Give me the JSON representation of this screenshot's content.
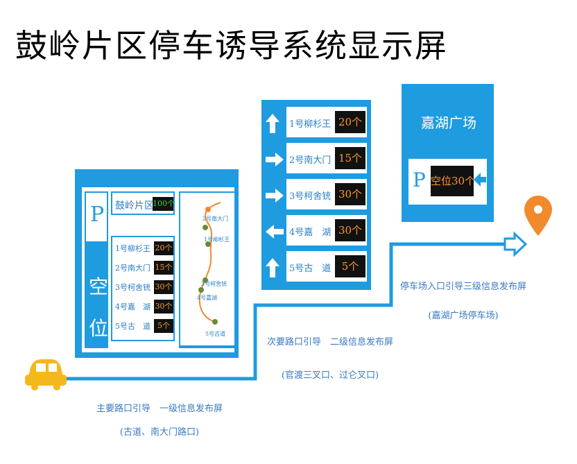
{
  "title": "鼓岭片区停车诱导系统显示屏",
  "colors": {
    "board": "#1f9be0",
    "value_text": "#ff9a2a",
    "green_value": "#3bd23b",
    "route": "#1f9be0",
    "marker": "#f08a2c",
    "car": "#f5b81c"
  },
  "level1": {
    "p_label": "P",
    "vacancy_label": "空位",
    "area_name": "鼓岭片区",
    "area_value": "100个",
    "lots": [
      {
        "name": "1号柳杉王",
        "value": "20个"
      },
      {
        "name": "2号南大门",
        "value": "15个"
      },
      {
        "name": "3号柯舍铳",
        "value": "30个"
      },
      {
        "name": "4号嘉　湖",
        "value": "30个"
      },
      {
        "name": "5号古　道",
        "value": "5个"
      }
    ],
    "map_labels": [
      "2号南大门",
      "1号柳杉王",
      "3号柯舍铳",
      "4号嘉湖",
      "5号古道"
    ],
    "caption": "主要路口引导　一级信息发布屏",
    "sub_caption": "(古道、南大门路口)"
  },
  "level2": {
    "rows": [
      {
        "arrow": "up-arrow-icon",
        "name": "1号柳杉王",
        "value": "20个"
      },
      {
        "arrow": "right-arrow-icon",
        "name": "2号南大门",
        "value": "15个"
      },
      {
        "arrow": "right-arrow-icon",
        "name": "3号柯舍铳",
        "value": "30个"
      },
      {
        "arrow": "left-arrow-icon",
        "name": "4号嘉　湖",
        "value": "30个"
      },
      {
        "arrow": "up-arrow-icon",
        "name": "5号古　道",
        "value": "5个"
      }
    ],
    "caption": "次要路口引导　二级信息发布屏",
    "sub_caption": "(官渡三叉口、过仑叉口)"
  },
  "level3": {
    "name": "嘉湖广场",
    "p_label": "P",
    "vacancy": "空位30个",
    "caption": "停车场入口引导三级信息发布屏",
    "sub_caption": "(嘉湖广场停车场)"
  },
  "icons": [
    "car-icon",
    "location-pin-icon",
    "hollow-arrow-icon"
  ]
}
